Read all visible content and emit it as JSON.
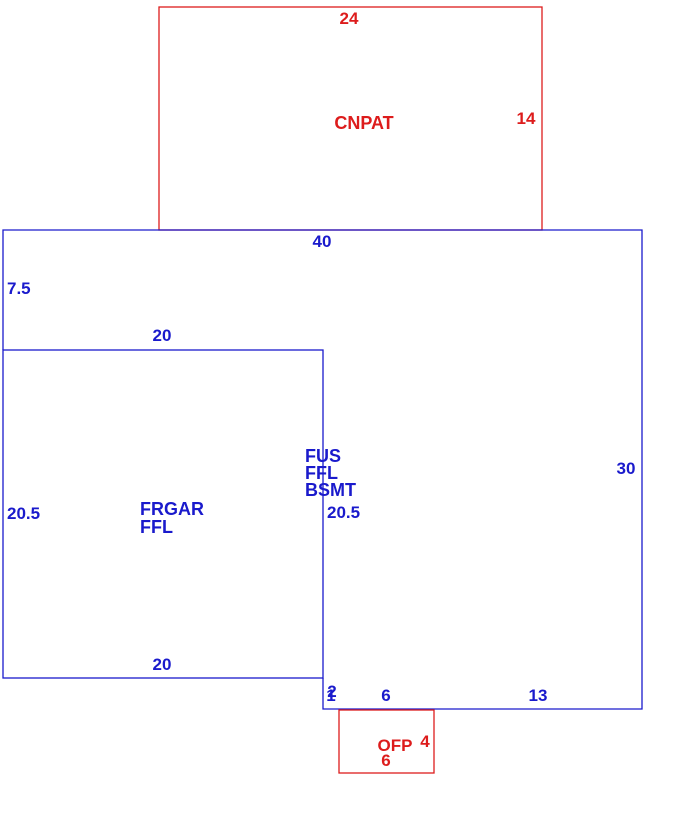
{
  "colors": {
    "main": "#1a1acc",
    "accessory": "#dd1c1c",
    "background": "#ffffff"
  },
  "canopy_patio": {
    "area_code": "CNPAT",
    "top_dim": "24",
    "right_dim": "14"
  },
  "main_house": {
    "top_dim": "40",
    "left_upper_dim": "7.5",
    "right_dim": "30",
    "area_codes": [
      "FUS",
      "FFL",
      "BSMT"
    ],
    "inner_dim": "20.5",
    "bottom_dims": [
      "2",
      "1",
      "6",
      "13"
    ]
  },
  "garage": {
    "area_codes": [
      "FRGAR",
      "FFL"
    ],
    "top_dim": "20",
    "left_dim": "20.5",
    "bottom_dim": "20"
  },
  "porch": {
    "area_code": "OFP",
    "right_dim": "4",
    "bottom_dim": "6"
  }
}
